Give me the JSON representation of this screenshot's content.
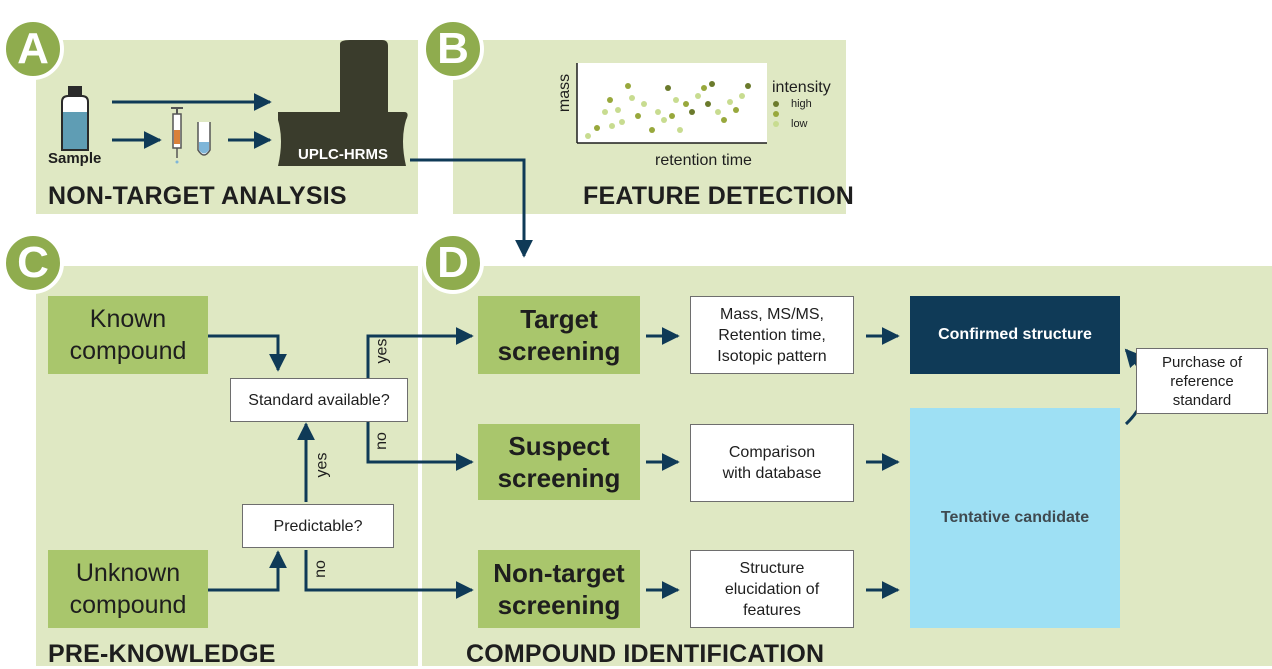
{
  "panels": {
    "a": {
      "badge": "A",
      "title": "NON-TARGET ANALYSIS",
      "sample_label": "Sample",
      "instrument_label": "UPLC-HRMS"
    },
    "b": {
      "badge": "B",
      "title": "FEATURE DETECTION",
      "y_axis": "mass",
      "x_axis": "retention time",
      "legend_title": "intensity",
      "legend_high": "high",
      "legend_low": "low"
    },
    "c": {
      "badge": "C",
      "title": "PRE-KNOWLEDGE",
      "known": "Known\ncompound",
      "unknown": "Unknown\ncompound",
      "q_standard": "Standard available?",
      "q_predictable": "Predictable?",
      "yes1": "yes",
      "no1": "no",
      "yes2": "yes",
      "no2": "no"
    },
    "d": {
      "badge": "D",
      "title": "COMPOUND IDENTIFICATION",
      "target": "Target\nscreening",
      "suspect": "Suspect\nscreening",
      "nontarget": "Non-target\nscreening",
      "target_info": "Mass, MS/MS,\nRetention time,\nIsotopic pattern",
      "suspect_info": "Comparison\nwith database",
      "nontarget_info": "Structure\nelucidation of\nfeatures",
      "confirmed": "Confirmed structure",
      "tentative": "Tentative candidate",
      "purchase": "Purchase of\nreference\nstandard"
    }
  },
  "colors": {
    "panel": "#dfe8c3",
    "badge": "#8fac4e",
    "green_box": "#a9c66c",
    "arrow": "#0f3a57",
    "confirmed": "#0f3a57",
    "tentative": "#9ee0f4",
    "instrument": "#3a3c2c"
  }
}
